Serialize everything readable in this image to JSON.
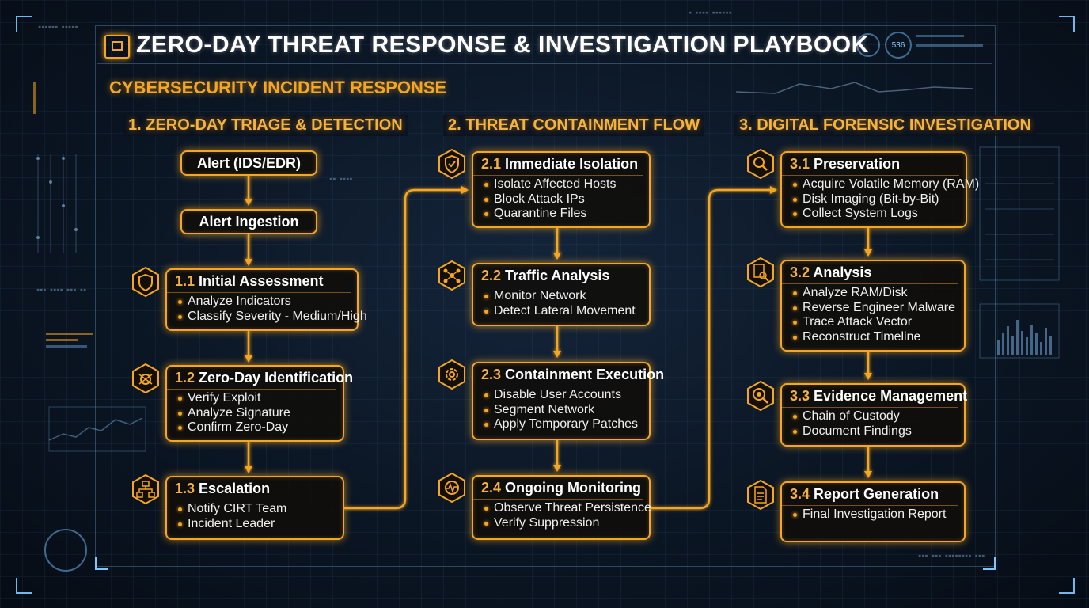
{
  "title": "ZERO-DAY THREAT RESPONSE & INVESTIGATION PLAYBOOK",
  "subtitle": "CYBERSECURITY INCIDENT RESPONSE",
  "hud": {
    "counter": "536"
  },
  "colors": {
    "accent": "#f5a623",
    "background": "#0b1624",
    "frame": "#6fb8f0"
  },
  "sections": {
    "triage": {
      "title": "1. ZERO-DAY TRIAGE & DETECTION",
      "alert": "Alert (IDS/EDR)",
      "ingestion": "Alert Ingestion",
      "steps": [
        {
          "num": "1.1",
          "name": "Initial Assessment",
          "icon": "shield-icon",
          "items": [
            "Analyze Indicators",
            "Classify Severity - Medium/High"
          ]
        },
        {
          "num": "1.2",
          "name": "Zero-Day Identification",
          "icon": "bug-icon",
          "items": [
            "Verify Exploit",
            "Analyze Signature",
            "Confirm Zero-Day"
          ]
        },
        {
          "num": "1.3",
          "name": "Escalation",
          "icon": "hierarchy-icon",
          "items": [
            "Notify CIRT Team",
            "Incident Leader"
          ]
        }
      ]
    },
    "containment": {
      "title": "2. THREAT CONTAINMENT FLOW",
      "steps": [
        {
          "num": "2.1",
          "name": "Immediate Isolation",
          "icon": "shield-check-icon",
          "items": [
            "Isolate Affected Hosts",
            "Block Attack IPs",
            "Quarantine Files"
          ]
        },
        {
          "num": "2.2",
          "name": "Traffic Analysis",
          "icon": "network-icon",
          "items": [
            "Monitor Network",
            "Detect Lateral Movement"
          ]
        },
        {
          "num": "2.3",
          "name": "Containment Execution",
          "icon": "gear-icon",
          "items": [
            "Disable User Accounts",
            "Segment Network",
            "Apply Temporary Patches"
          ]
        },
        {
          "num": "2.4",
          "name": "Ongoing Monitoring",
          "icon": "monitor-pulse-icon",
          "items": [
            "Observe Threat Persistence",
            "Verify Suppression"
          ]
        }
      ]
    },
    "forensics": {
      "title": "3. DIGITAL FORENSIC INVESTIGATION",
      "steps": [
        {
          "num": "3.1",
          "name": "Preservation",
          "icon": "magnifier-icon",
          "items": [
            "Acquire Volatile Memory (RAM)",
            "Disk Imaging (Bit-by-Bit)",
            "Collect System Logs"
          ]
        },
        {
          "num": "3.2",
          "name": "Analysis",
          "icon": "document-search-icon",
          "items": [
            "Analyze RAM/Disk",
            "Reverse Engineer Malware",
            "Trace Attack Vector",
            "Reconstruct Timeline"
          ]
        },
        {
          "num": "3.3",
          "name": "Evidence Management",
          "icon": "evidence-search-icon",
          "items": [
            "Chain of Custody",
            "Document Findings"
          ]
        },
        {
          "num": "3.4",
          "name": "Report Generation",
          "icon": "report-icon",
          "items": [
            "Final Investigation Report"
          ]
        }
      ]
    }
  }
}
